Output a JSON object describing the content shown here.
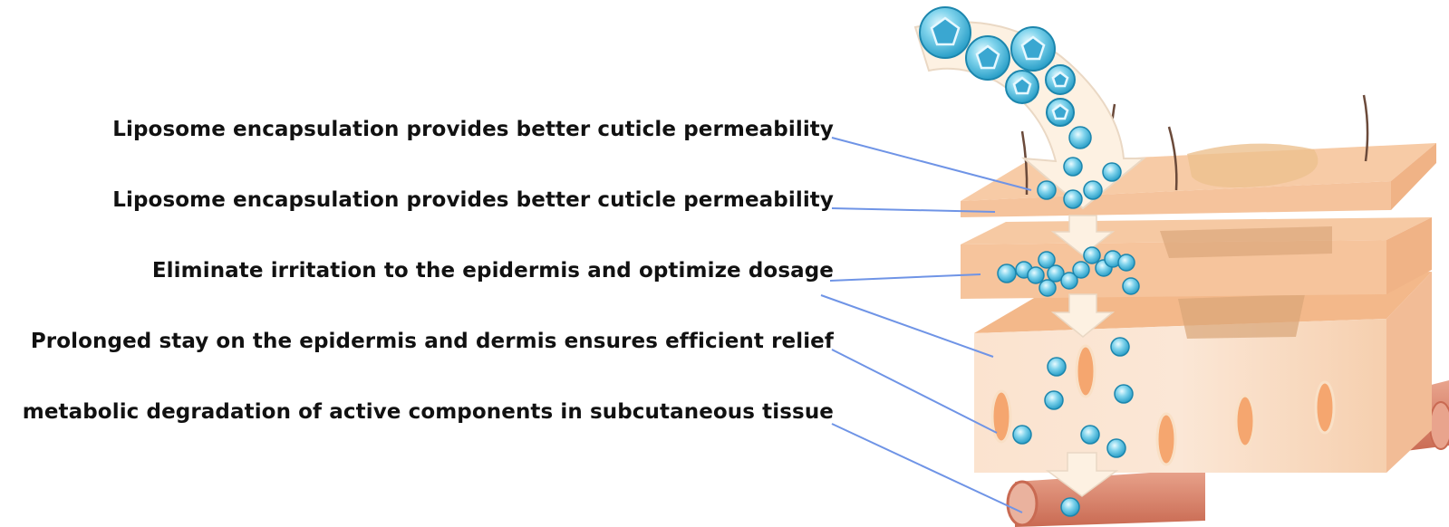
{
  "labels": [
    "Liposome encapsulation provides better cuticle permeability",
    "Liposome encapsulation provides better cuticle permeability",
    "Eliminate irritation to the epidermis and optimize dosage",
    "Prolonged stay on the epidermis and dermis ensures efficient relief",
    "metabolic degradation of active components in subcutaneous tissue"
  ],
  "colors": {
    "leader_line": "#6f94e6",
    "skin_top": "#f6c9a3",
    "skin_side": "#f3b88a",
    "dermis_front": "#f9dcc4",
    "liposome": "#3fb6d9",
    "vessel": "#d9836a",
    "arrow": "#fdf1e2"
  }
}
